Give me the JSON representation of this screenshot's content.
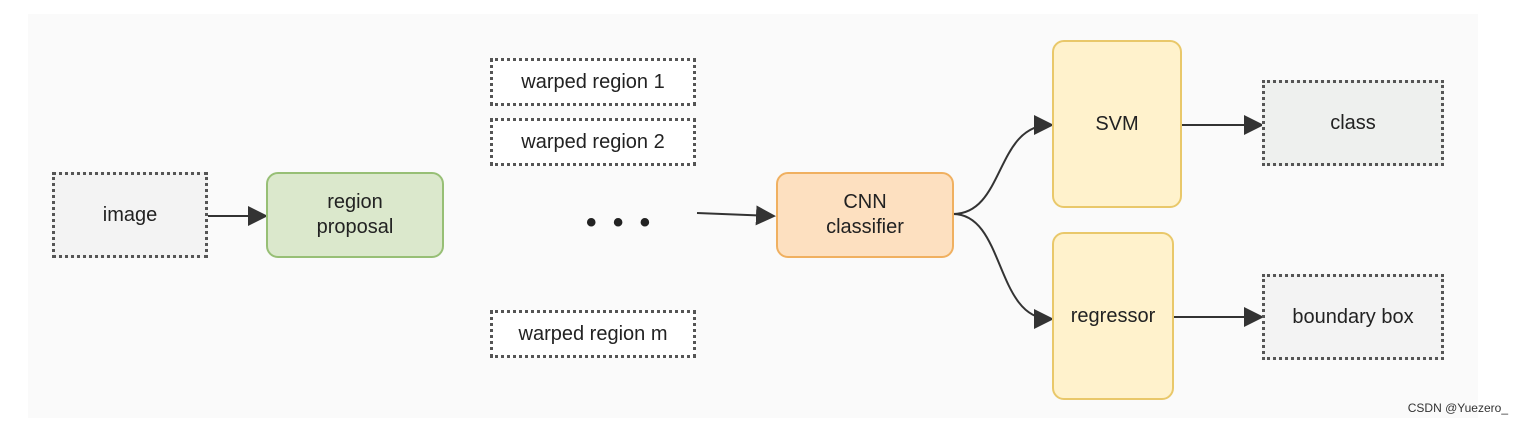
{
  "nodes": {
    "image": "image",
    "region_proposal": "region\nproposal",
    "warped_1": "warped region 1",
    "warped_2": "warped region 2",
    "ellipsis": "• • •",
    "warped_m": "warped region m",
    "cnn_classifier": "CNN\nclassifier",
    "svm": "SVM",
    "regressor": "regressor",
    "class": "class",
    "boundary_box": "boundary box"
  },
  "watermark": "CSDN @Yuezero_"
}
